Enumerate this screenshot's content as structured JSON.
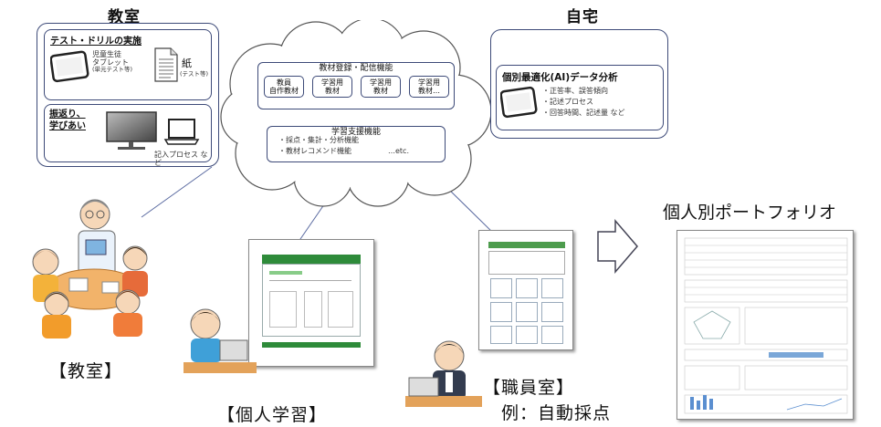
{
  "classroom_panel": {
    "title": "教室",
    "test_box": {
      "heading": "テスト・ドリルの実施",
      "tablet_lines": [
        "児童生徒",
        "タブレット",
        "(単元テスト等)"
      ],
      "paper_label": "紙",
      "paper_note": "(テスト等)"
    },
    "review_box": {
      "heading_lines": [
        "振返り、",
        "学びあい"
      ],
      "note": "記入プロセス など"
    }
  },
  "cloud": {
    "register_title": "教材登録・配信機能",
    "materials": [
      [
        "教員",
        "自作教材"
      ],
      [
        "学習用",
        "教材"
      ],
      [
        "学習用",
        "教材"
      ],
      [
        "学習用",
        "教材…"
      ]
    ],
    "support_title": "学習支援機能",
    "support_lines": [
      "・採点・集計・分析機能",
      "・教材レコメンド機能",
      "…etc."
    ]
  },
  "home_panel": {
    "title": "自宅",
    "analysis_title": "個別最適化(AI)データ分析",
    "analysis_lines": [
      "・正答率、誤答傾向",
      "・記述プロセス",
      "・回答時間、記述量 など"
    ]
  },
  "portfolio_title": "個人別ポートフォリオ",
  "captions": {
    "classroom": "【教室】",
    "individual": "【個人学習】",
    "staff_room": "【職員室】",
    "auto_grading": "例：自動採点"
  }
}
